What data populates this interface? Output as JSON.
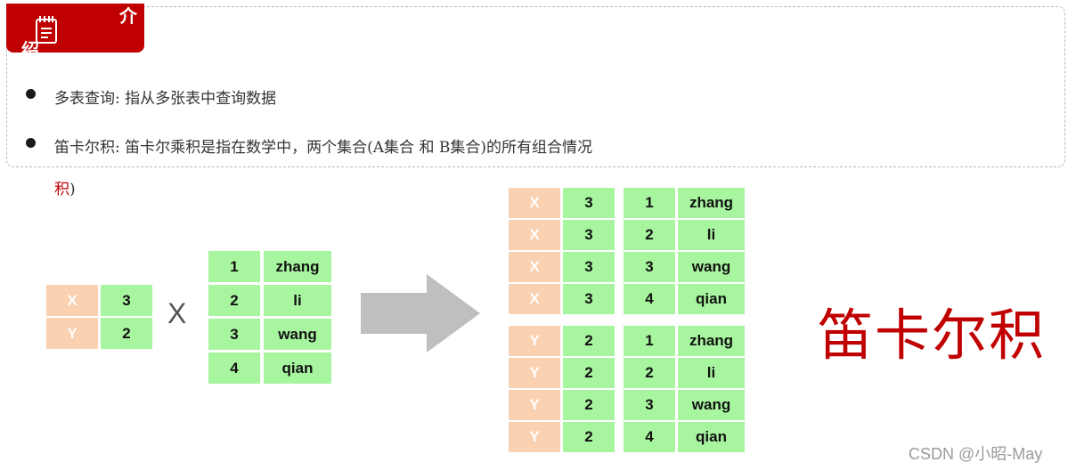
{
  "tag": {
    "line1": "介",
    "line2": "绍",
    "icon": "notepad-icon"
  },
  "bullets": [
    {
      "text": "多表查询: 指从多张表中查询数据"
    },
    {
      "text": "笛卡尔积: 笛卡尔乘积是指在数学中，两个集合(A集合 和 B集合)的所有组合情况"
    }
  ],
  "bullet_cont": {
    "red": "积",
    "dark": ")"
  },
  "table_a": [
    [
      "X",
      "3"
    ],
    [
      "Y",
      "2"
    ]
  ],
  "times_symbol": "X",
  "table_b": [
    [
      "1",
      "zhang"
    ],
    [
      "2",
      "li"
    ],
    [
      "3",
      "wang"
    ],
    [
      "4",
      "qian"
    ]
  ],
  "arrow_icon": "right-arrow-icon",
  "result_top_left": [
    [
      "X",
      "3"
    ],
    [
      "X",
      "3"
    ],
    [
      "X",
      "3"
    ],
    [
      "X",
      "3"
    ]
  ],
  "result_top_right": [
    [
      "1",
      "zhang"
    ],
    [
      "2",
      "li"
    ],
    [
      "3",
      "wang"
    ],
    [
      "4",
      "qian"
    ]
  ],
  "result_bottom_left": [
    [
      "Y",
      "2"
    ],
    [
      "Y",
      "2"
    ],
    [
      "Y",
      "2"
    ],
    [
      "Y",
      "2"
    ]
  ],
  "result_bottom_right": [
    [
      "1",
      "zhang"
    ],
    [
      "2",
      "li"
    ],
    [
      "3",
      "wang"
    ],
    [
      "4",
      "qian"
    ]
  ],
  "big_title": "笛卡尔积",
  "watermark": "CSDN @小昭-May",
  "colors": {
    "red": "#c00000",
    "green": "#a8f5a0",
    "orange": "#fad1b1"
  }
}
